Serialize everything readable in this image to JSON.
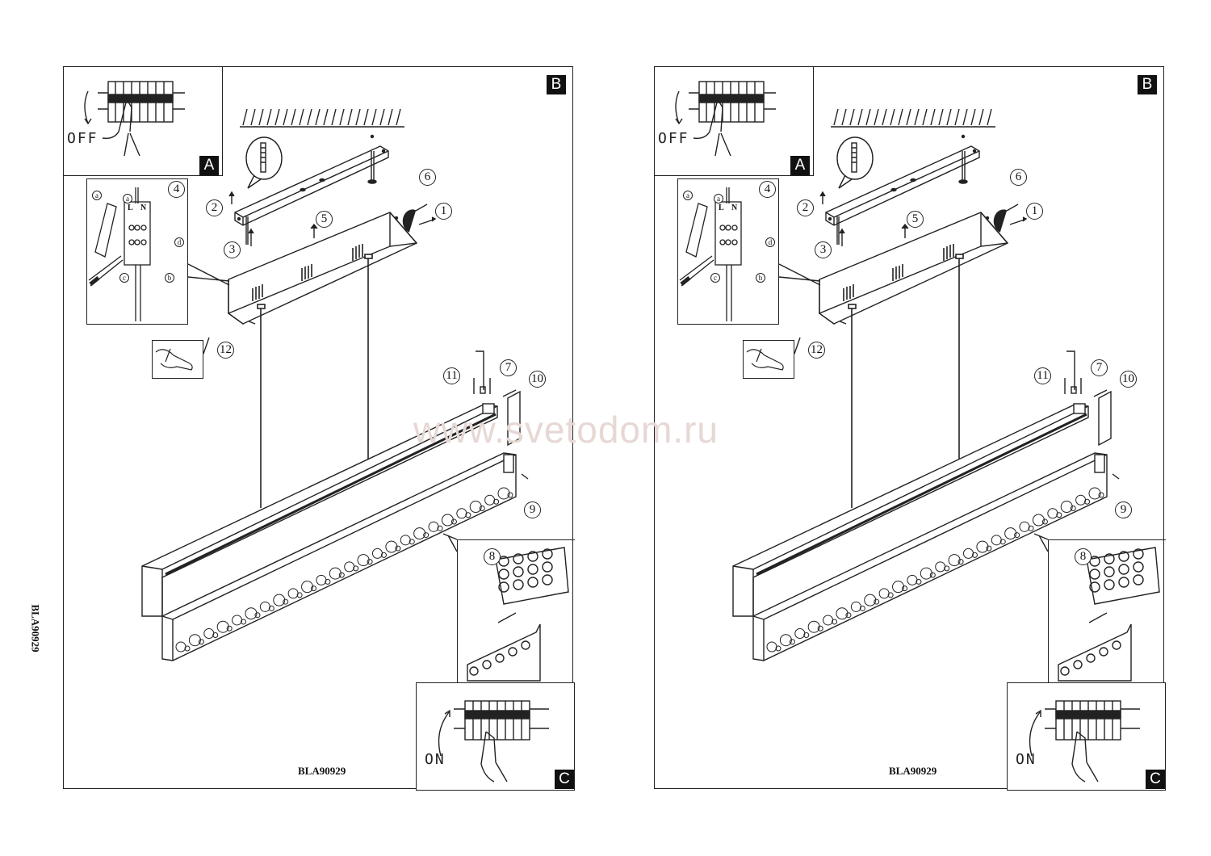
{
  "document_code": "BLA90929",
  "watermark": "www.svetodom.ru",
  "panels": {
    "tag_a": "A",
    "tag_b": "B",
    "tag_c": "C",
    "off_label": "OFF",
    "on_label": "ON",
    "code": "BLA90929",
    "wire_l": "L",
    "wire_n": "N",
    "sub_steps": {
      "a": "a",
      "b": "b",
      "c": "c",
      "d": "d"
    },
    "steps": {
      "s1": "1",
      "s2": "2",
      "s3": "3",
      "s4": "4",
      "s5": "5",
      "s6": "6",
      "s7": "7",
      "s8": "8",
      "s9": "9",
      "s10": "10",
      "s11": "11",
      "s12": "12"
    }
  }
}
